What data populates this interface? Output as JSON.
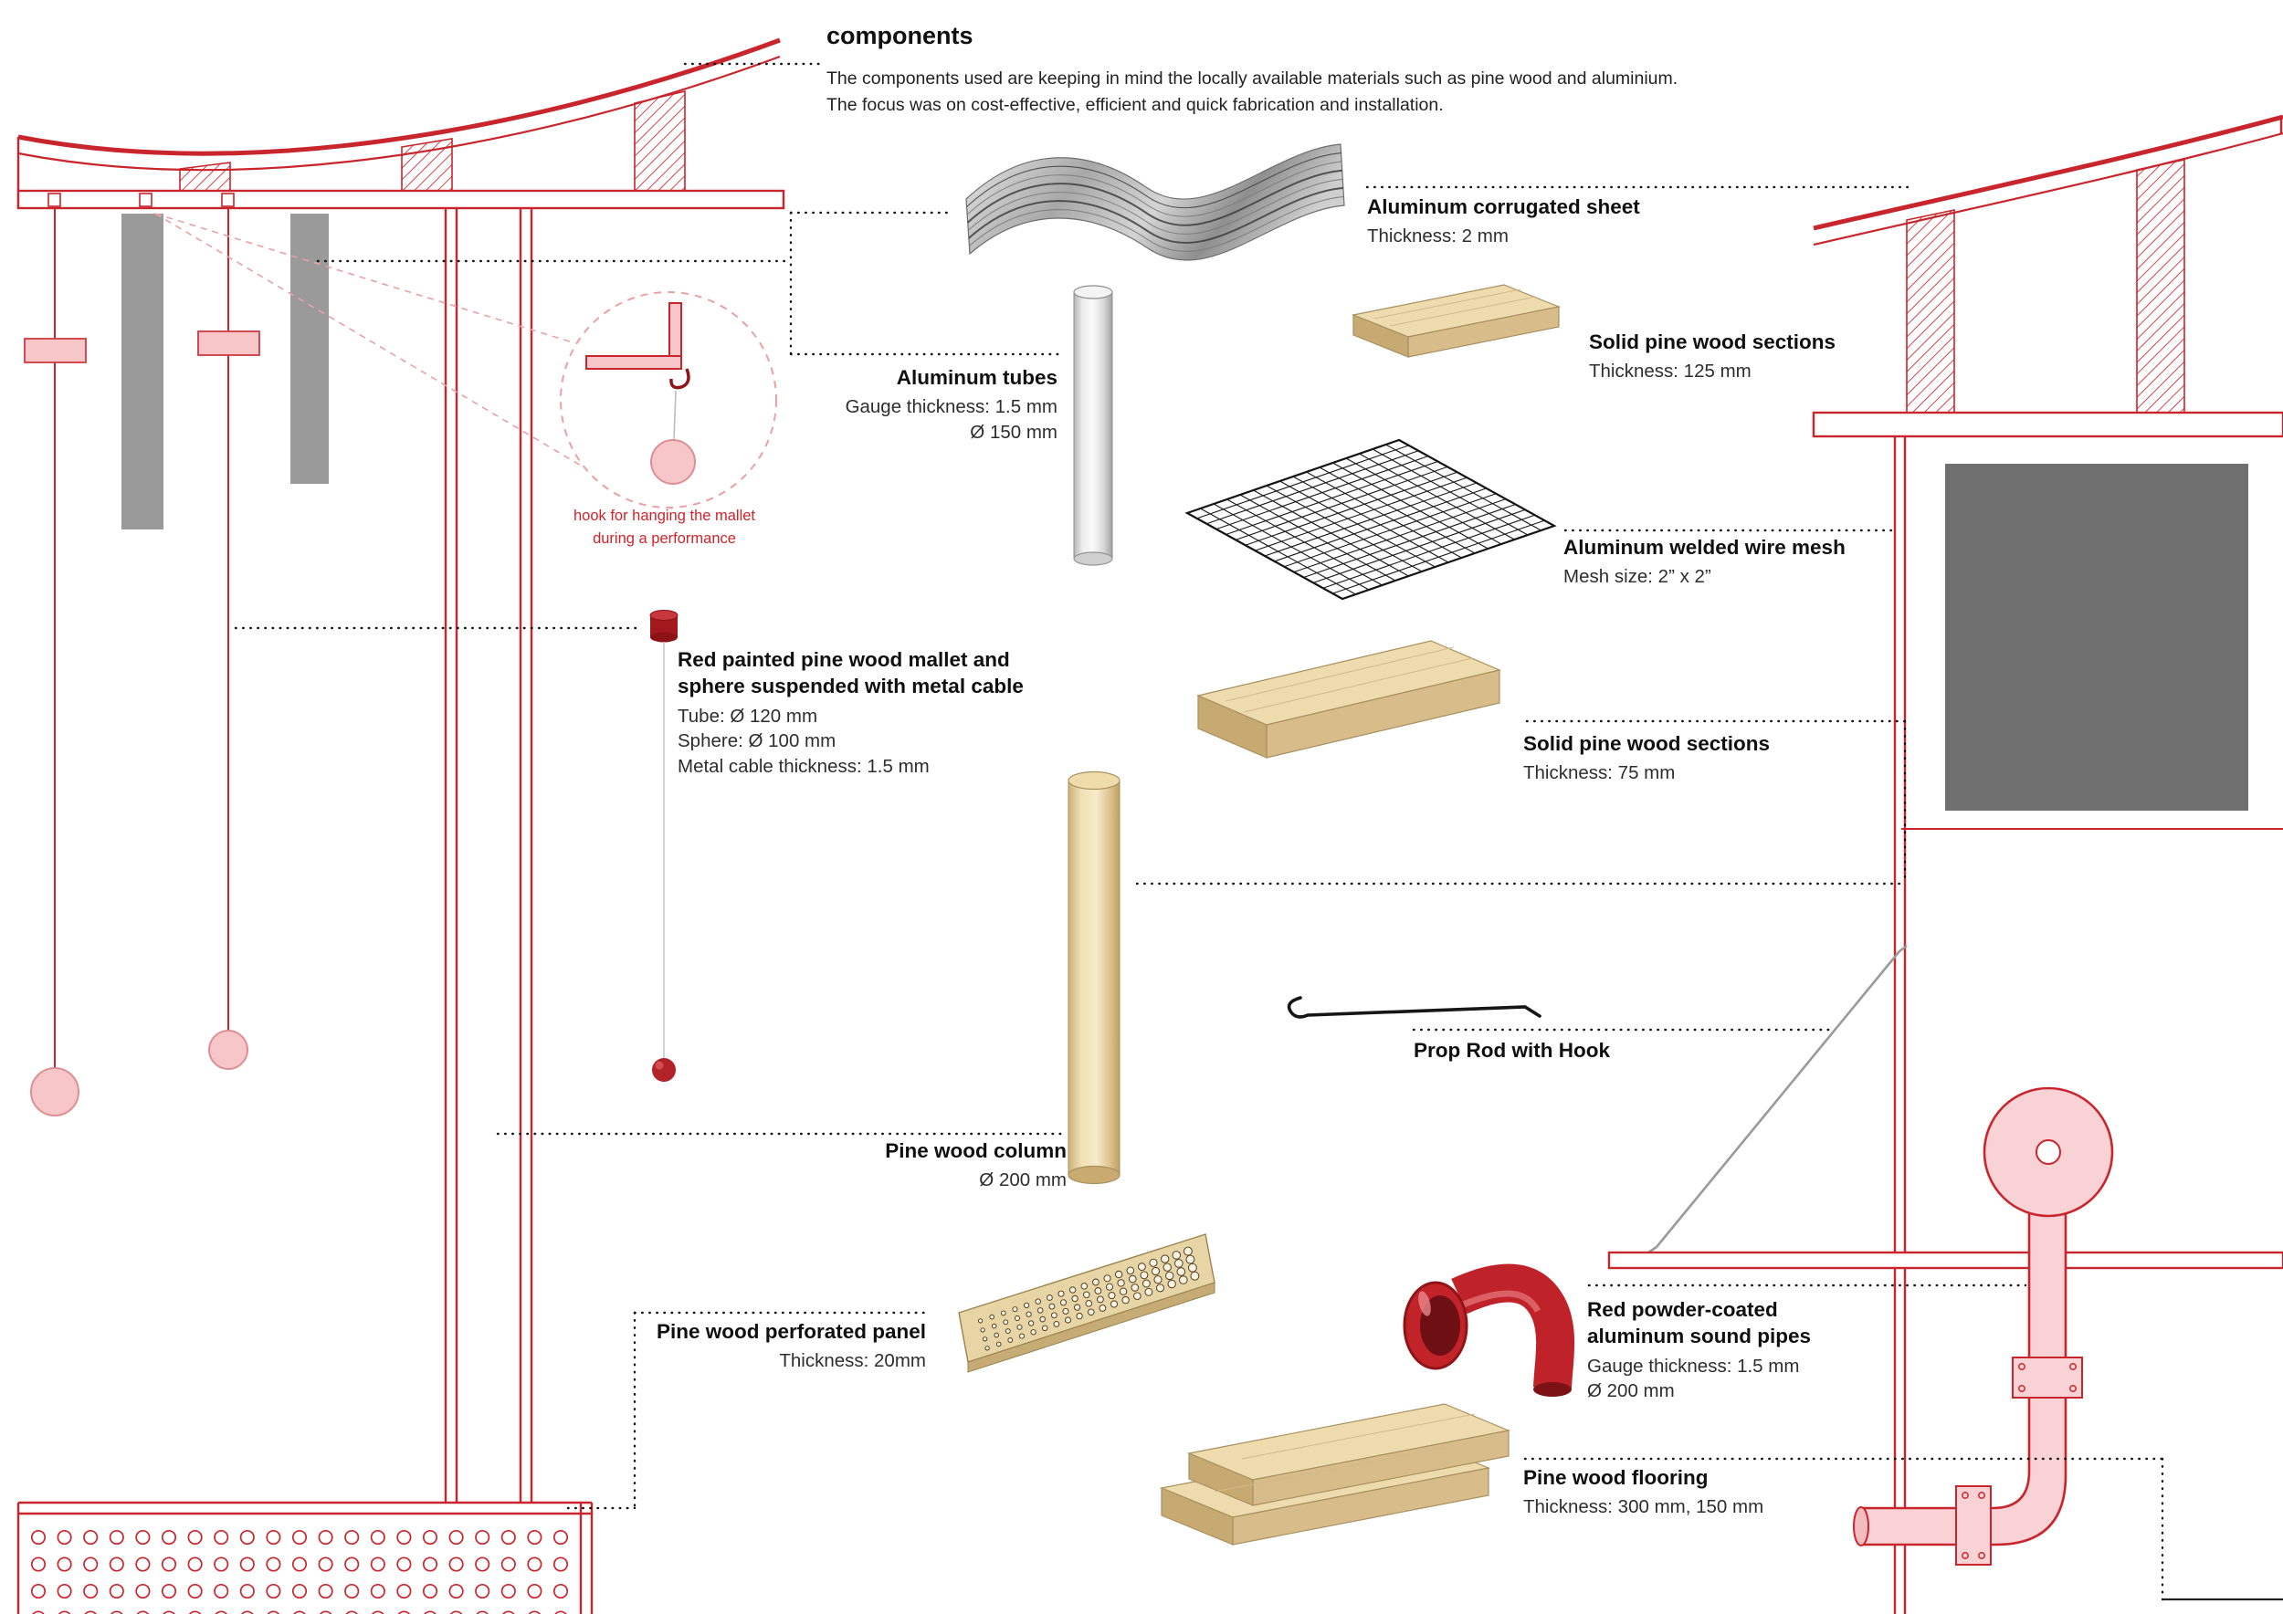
{
  "header": {
    "title": "components",
    "desc1": "The components used are keeping in mind the locally available materials such as pine wood and aluminium.",
    "desc2": "The focus was on cost-effective, efficient and quick fabrication and installation."
  },
  "note": {
    "line1": "hook for hanging the mallet",
    "line2": "during a performance"
  },
  "components": {
    "corrugated": {
      "name": "Aluminum corrugated sheet",
      "d1": "Thickness: 2 mm"
    },
    "tubes": {
      "name": "Aluminum tubes",
      "d1": "Gauge thickness: 1.5 mm",
      "d2": "Ø 150 mm"
    },
    "pine125": {
      "name": "Solid  pine wood sections",
      "d1": "Thickness: 125 mm"
    },
    "mesh": {
      "name": "Aluminum welded wire mesh",
      "d1": "Mesh size: 2” x 2”"
    },
    "mallet": {
      "name": "Red painted pine wood mallet and sphere suspended with metal cable",
      "d1": "Tube: Ø 120 mm",
      "d2": "Sphere: Ø 100 mm",
      "d3": "Metal cable thickness: 1.5 mm"
    },
    "pine75": {
      "name": "Solid  pine wood sections",
      "d1": "Thickness: 75 mm"
    },
    "column": {
      "name": "Pine wood column",
      "d1": "Ø 200 mm"
    },
    "proprod": {
      "name": "Prop Rod with Hook"
    },
    "perfpanel": {
      "name": "Pine wood perforated  panel",
      "d1": "Thickness: 20mm"
    },
    "soundpipes": {
      "name": "Red powder-coated aluminum sound pipes",
      "d1": "Gauge thickness: 1.5 mm",
      "d2": "Ø 200 mm"
    },
    "flooring": {
      "name": "Pine wood flooring",
      "d1": "Thickness: 300 mm, 150 mm"
    }
  },
  "colors": {
    "accent_red": "#c9252c",
    "pink": "#f6c6c9",
    "wood_tan": "#e8d6ac",
    "steel_gray": "#9a9a9a",
    "panel_gray": "#707070"
  }
}
